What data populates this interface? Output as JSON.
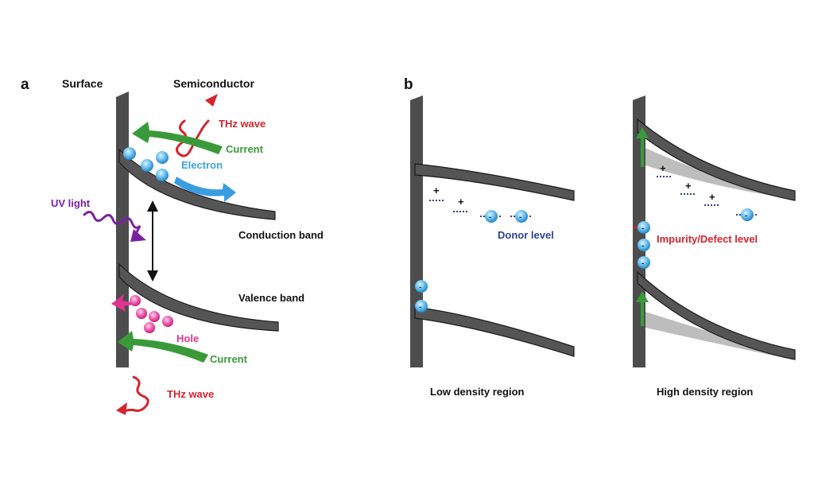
{
  "colors": {
    "band": "#555555",
    "band_edge": "#1a1a1a",
    "surface_bar": "#4d4d4d",
    "electron": "#3aa3e3",
    "hole": "#e0338f",
    "current": "#3a9a3a",
    "thz": "#d6232c",
    "uv": "#7b1fa2",
    "donor": "#2f3f9a",
    "impurity": "#d6232c"
  },
  "panel_a": {
    "label": "a",
    "surface_label": "Surface",
    "semiconductor_label": "Semiconductor",
    "thz_wave_top": "THz wave",
    "current_top": "Current",
    "electron_label": "Electron",
    "uv_light_label": "UV light",
    "conduction_band_label": "Conduction band",
    "valence_band_label": "Valence band",
    "hole_label": "Hole",
    "current_bottom": "Current",
    "thz_wave_bottom": "THz wave"
  },
  "panel_b": {
    "label": "b",
    "low": {
      "plus_sign": "+",
      "minus_sign": "-",
      "donor_level_label": "Donor level",
      "region_label": "Low density region"
    },
    "high": {
      "plus_sign": "+",
      "minus_sign": "-",
      "impurity_label": "Impurity/Defect level",
      "region_label": "High density region"
    }
  }
}
